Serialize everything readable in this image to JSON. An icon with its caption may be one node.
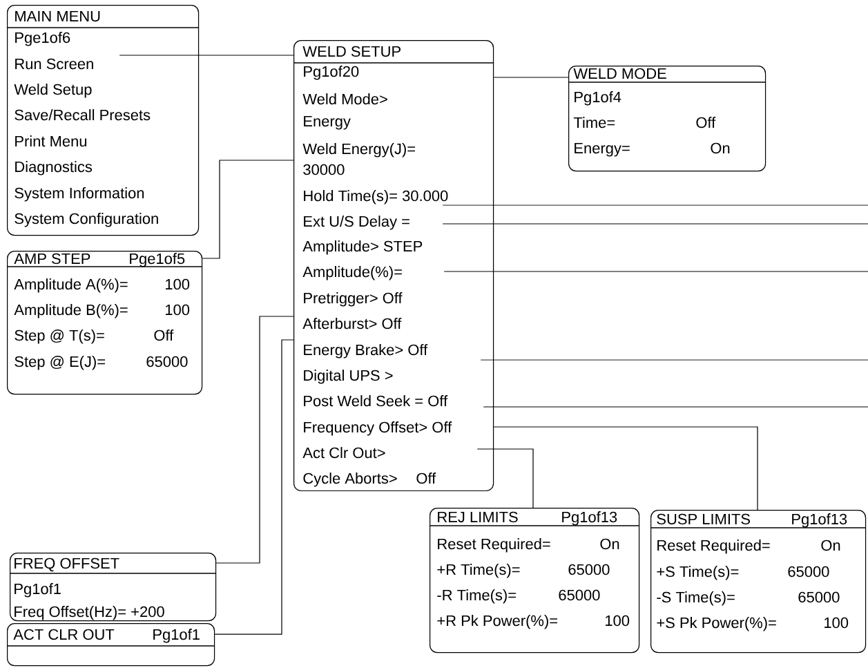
{
  "diagram": {
    "nodes": [
      {
        "text": [
          "MAIN MENU",
          "Pge1of6",
          "Run Screen",
          "Weld Setup",
          "Save/Recall Presets",
          "Print Menu",
          "Diagnostics",
          "System Information",
          "System Configuration"
        ]
      },
      {
        "text": [
          "WELD SETUP",
          "Pg1of20",
          "Weld Mode>",
          "Energy",
          "Weld Energy(J)=",
          "30000",
          "Hold Time(s)=  30.000",
          "Ext U/S Delay =",
          "Amplitude> STEP",
          "Amplitude(%)=",
          "Pretrigger> Off",
          "Afterburst> Off",
          "Energy Brake> Off",
          "Digital UPS >",
          "Post Weld Seek = Off",
          "Frequency Offset> Off",
          "Act Clr Out>",
          "Cycle Aborts>",
          "Off"
        ]
      },
      {
        "text": [
          "WELD MODE",
          "Pg1of4",
          "Time=",
          "Off",
          "Energy=",
          "On"
        ]
      },
      {
        "text": [
          "AMP STEP",
          "Pge1of5",
          "Amplitude A(%)=",
          "100",
          "Amplitude B(%)=",
          "100",
          "Step @ T(s)=",
          "Off",
          "Step @ E(J)=",
          "65000"
        ]
      },
      {
        "text": [
          "FREQ OFFSET",
          "Pg1of1",
          "Freq Offset(Hz)=  +200"
        ]
      },
      {
        "text": [
          "ACT CLR OUT",
          "Pg1of1"
        ]
      },
      {
        "text": [
          "REJ LIMITS",
          "Pg1of13",
          "Reset Required=",
          "On",
          "+R Time(s)=",
          "65000",
          "-R Time(s)=",
          "65000",
          "+R Pk Power(%)=",
          "100"
        ]
      },
      {
        "text": [
          "SUSP LIMITS",
          "Pg1of13",
          "Reset Required=",
          "On",
          "+S Time(s)=",
          "65000",
          "-S Time(s)=",
          "65000",
          "+S Pk Power(%)=",
          "100"
        ]
      }
    ],
    "edges": [
      {
        "from": 0,
        "to": 1,
        "arrow": "none"
      },
      {
        "from": 1,
        "to": 2,
        "arrow": "none"
      },
      {
        "from": 1,
        "to": 3,
        "arrow": "none"
      },
      {
        "from": 1,
        "to": null,
        "arrow": "none"
      },
      {
        "from": 1,
        "to": null,
        "arrow": "none"
      },
      {
        "from": 1,
        "to": null,
        "arrow": "none"
      },
      {
        "from": 1,
        "to": 4,
        "arrow": "none"
      },
      {
        "from": 1,
        "to": 5,
        "arrow": "none"
      },
      {
        "from": 1,
        "to": null,
        "arrow": "none"
      },
      {
        "from": 1,
        "to": null,
        "arrow": "none"
      },
      {
        "from": 1,
        "to": 7,
        "arrow": "none"
      },
      {
        "from": 1,
        "to": 6,
        "arrow": "none"
      }
    ]
  }
}
